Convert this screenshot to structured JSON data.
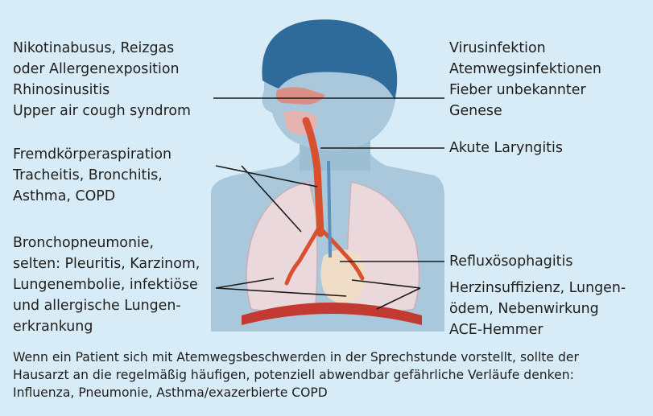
{
  "labels": {
    "left_top": [
      "Nikotinabusus, Reizgas",
      "oder Allergenexposition",
      "Rhinosinusitis",
      "Upper air cough syndrom"
    ],
    "left_mid": [
      "Fremdkörperaspiration",
      "Tracheitis, Bronchitis,",
      "Asthma, COPD"
    ],
    "left_bottom": [
      "Bronchopneumonie,",
      "selten: Pleuritis, Karzinom,",
      "Lungenembolie, infektiöse",
      "und allergische Lungen-",
      "erkrankung"
    ],
    "right_top": [
      "Virusinfektion",
      "Atemwegsinfektionen",
      "Fieber unbekannter",
      "Genese"
    ],
    "right_laryngitis": [
      "Akute Laryngitis"
    ],
    "right_reflux": [
      "Refluxösophagitis"
    ],
    "right_bottom": [
      "Herzinsuffizienz, Lungen-",
      "ödem, Nebenwirkung",
      "ACE-Hemmer"
    ]
  },
  "caption": [
    "Wenn ein Patient sich mit Atemwegsbeschwerden in der Sprechstunde vorstellt, sollte der",
    "Hausarzt an die regelmäßig häufigen, potenziell abwendbar gefährliche Verläufe denken:",
    "Influenza, Pneumonie, Asthma/exazerbierte COPD"
  ],
  "colors": {
    "background": "#d7ecf6",
    "hair": "#2e6a9a",
    "skin": "#a9c8dc",
    "lung_fill": "#ead8dc",
    "airway": "#d9502e",
    "text": "#1e1e1e"
  }
}
